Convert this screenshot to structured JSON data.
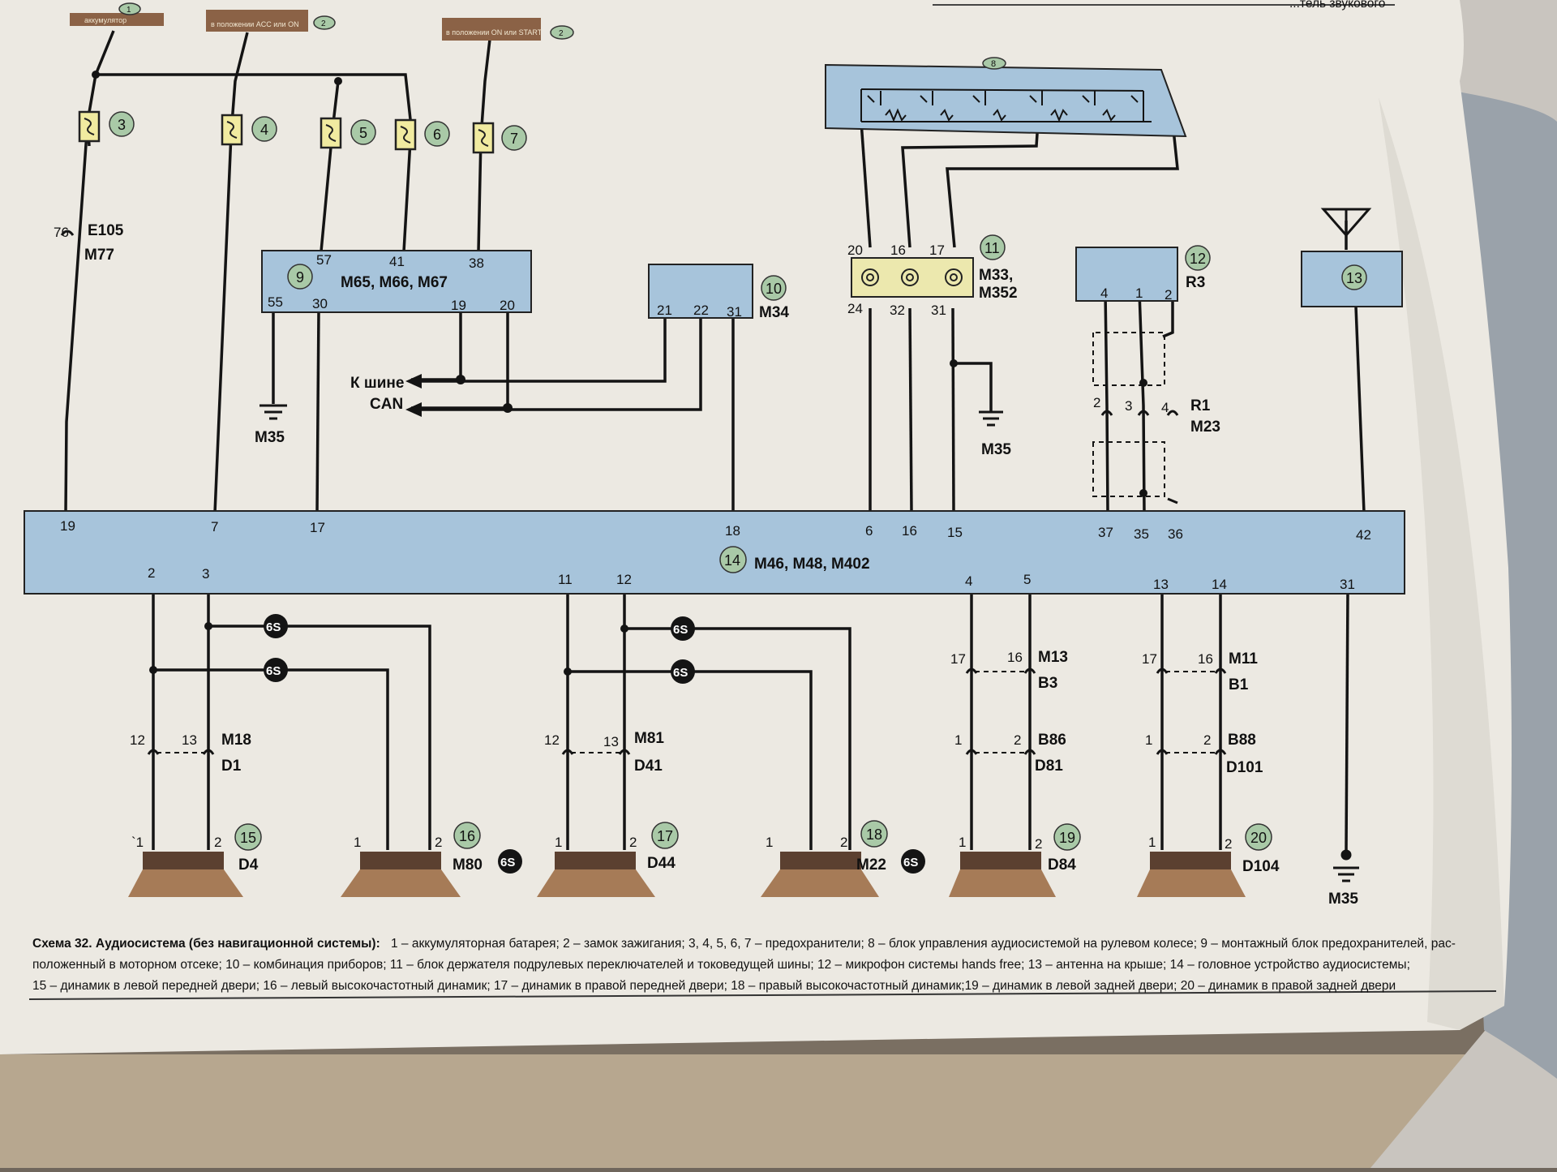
{
  "colors": {
    "page": "#ece9e2",
    "block": "#a7c4db",
    "wire": "#141414",
    "callout": "#a9c9a7",
    "tag": "#8b6246",
    "speaker_top": "#5b4030",
    "speaker_cone": "#a67b57",
    "connector_11": "#ece8ae",
    "fuse": "#f1eba0"
  },
  "top_tags": [
    {
      "id": "1",
      "text": "аккумулятор"
    },
    {
      "id": "2",
      "text": "в положении ACC или ON"
    },
    {
      "id": "2",
      "text": "в положении ON или START"
    }
  ],
  "fuses": [
    "3",
    "4",
    "5",
    "6",
    "7"
  ],
  "wire_labels": {
    "e105": "E105",
    "m77": "M77",
    "pin76": "76"
  },
  "block9": {
    "id": "9",
    "name": "M65, M66, M67",
    "pins_top": [
      "57",
      "41",
      "38"
    ],
    "pins_bottom": [
      "55",
      "30",
      "19",
      "20"
    ]
  },
  "block10": {
    "id": "10",
    "name": "M34",
    "pins": [
      "21",
      "22",
      "31"
    ]
  },
  "block8": {
    "id": "8"
  },
  "block11": {
    "id": "11",
    "name": [
      "M33,",
      "M352"
    ],
    "pins_top": [
      "20",
      "16",
      "17"
    ],
    "pins_bottom": [
      "24",
      "32",
      "31"
    ]
  },
  "block12": {
    "id": "12",
    "name": "R3",
    "pins": [
      "4",
      "1",
      "2"
    ]
  },
  "block13": {
    "id": "13"
  },
  "can": {
    "line1": "К шине",
    "line2": "CAN"
  },
  "grounds": {
    "m35": "M35"
  },
  "r1": {
    "pins": [
      "2",
      "3",
      "4"
    ],
    "name1": "R1",
    "name2": "M23"
  },
  "block14": {
    "id": "14",
    "name": "M46, M48, M402",
    "pins_top": [
      "19",
      "7",
      "17",
      "18",
      "6",
      "16",
      "15",
      "37",
      "35",
      "36",
      "42"
    ],
    "pins_bottom": [
      "2",
      "3",
      "11",
      "12",
      "4",
      "5",
      "13",
      "14",
      "31"
    ]
  },
  "shield_tag": "6S",
  "connectors": [
    {
      "pins": [
        "12",
        "13"
      ],
      "name": "M18",
      "sub": "D1"
    },
    {
      "pins": [
        "12",
        "13"
      ],
      "name": "M81",
      "sub": "D41"
    },
    {
      "pins": [
        "17",
        "16"
      ],
      "name": "M13",
      "sub": "B3"
    },
    {
      "pins": [
        "1",
        "2"
      ],
      "name": "B86",
      "sub": "D81"
    },
    {
      "pins": [
        "17",
        "16"
      ],
      "name": "M11",
      "sub": "B1"
    },
    {
      "pins": [
        "1",
        "2"
      ],
      "name": "B88",
      "sub": "D101"
    }
  ],
  "speakers": [
    {
      "id": "15",
      "name": "D4",
      "pins": [
        "`1",
        "2"
      ]
    },
    {
      "id": "16",
      "name": "M80",
      "pins": [
        "1",
        "2"
      ]
    },
    {
      "id": "17",
      "name": "D44",
      "pins": [
        "1",
        "2"
      ]
    },
    {
      "id": "18",
      "name": "M22",
      "pins": [
        "1",
        "2"
      ]
    },
    {
      "id": "19",
      "name": "D84",
      "pins": [
        "1",
        "2"
      ]
    },
    {
      "id": "20",
      "name": "D104",
      "pins": [
        "1",
        "2"
      ]
    }
  ],
  "caption": {
    "bold": "Схема 32. Аудиосистема (без навигационной системы):",
    "line1": " 1 – аккумуляторная батарея; 2 – замок зажигания; 3, 4, 5, 6, 7 – предохранители; 8 – блок управления аудиосистемой на рулевом колесе; 9 – монтажный блок предохранителей, рас-",
    "line2": "положенный в моторном отсеке; 10 – комбинация приборов; 11 –  блок держателя подрулевых переключателей и токоведущей шины; 12 – микрофон системы hands free; 13 – антенна на крыше; 14 – головное устройство аудиосистемы;",
    "line3": "15 – динамик в левой передней двери; 16 – левый высокочастотный динамик; 17 – динамик в правой передней двери; 18 – правый высокочастотный динамик;19 – динамик в левой задней двери; 20 – динамик в правой задней двери"
  },
  "header_fragment": "...тель звукового"
}
